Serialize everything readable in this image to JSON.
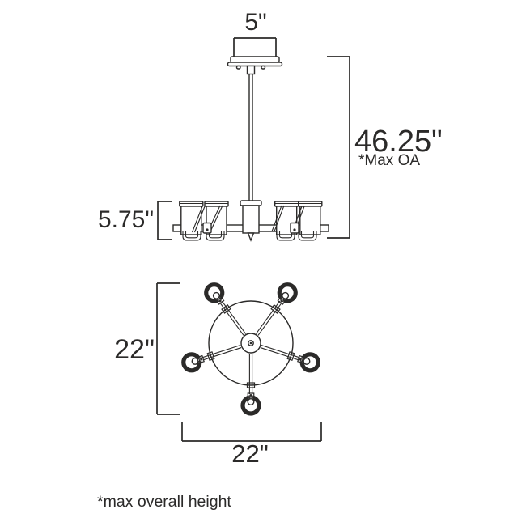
{
  "colors": {
    "line": "#2b2a29",
    "background": "#ffffff"
  },
  "side_view": {
    "canopy_width_label": "5\"",
    "max_overall_height_label": "46.25\"",
    "max_overall_height_note": "*Max OA",
    "body_height_label": "5.75\""
  },
  "top_view": {
    "height_label": "22\"",
    "width_label": "22\""
  },
  "footnote_label": "*max overall height"
}
